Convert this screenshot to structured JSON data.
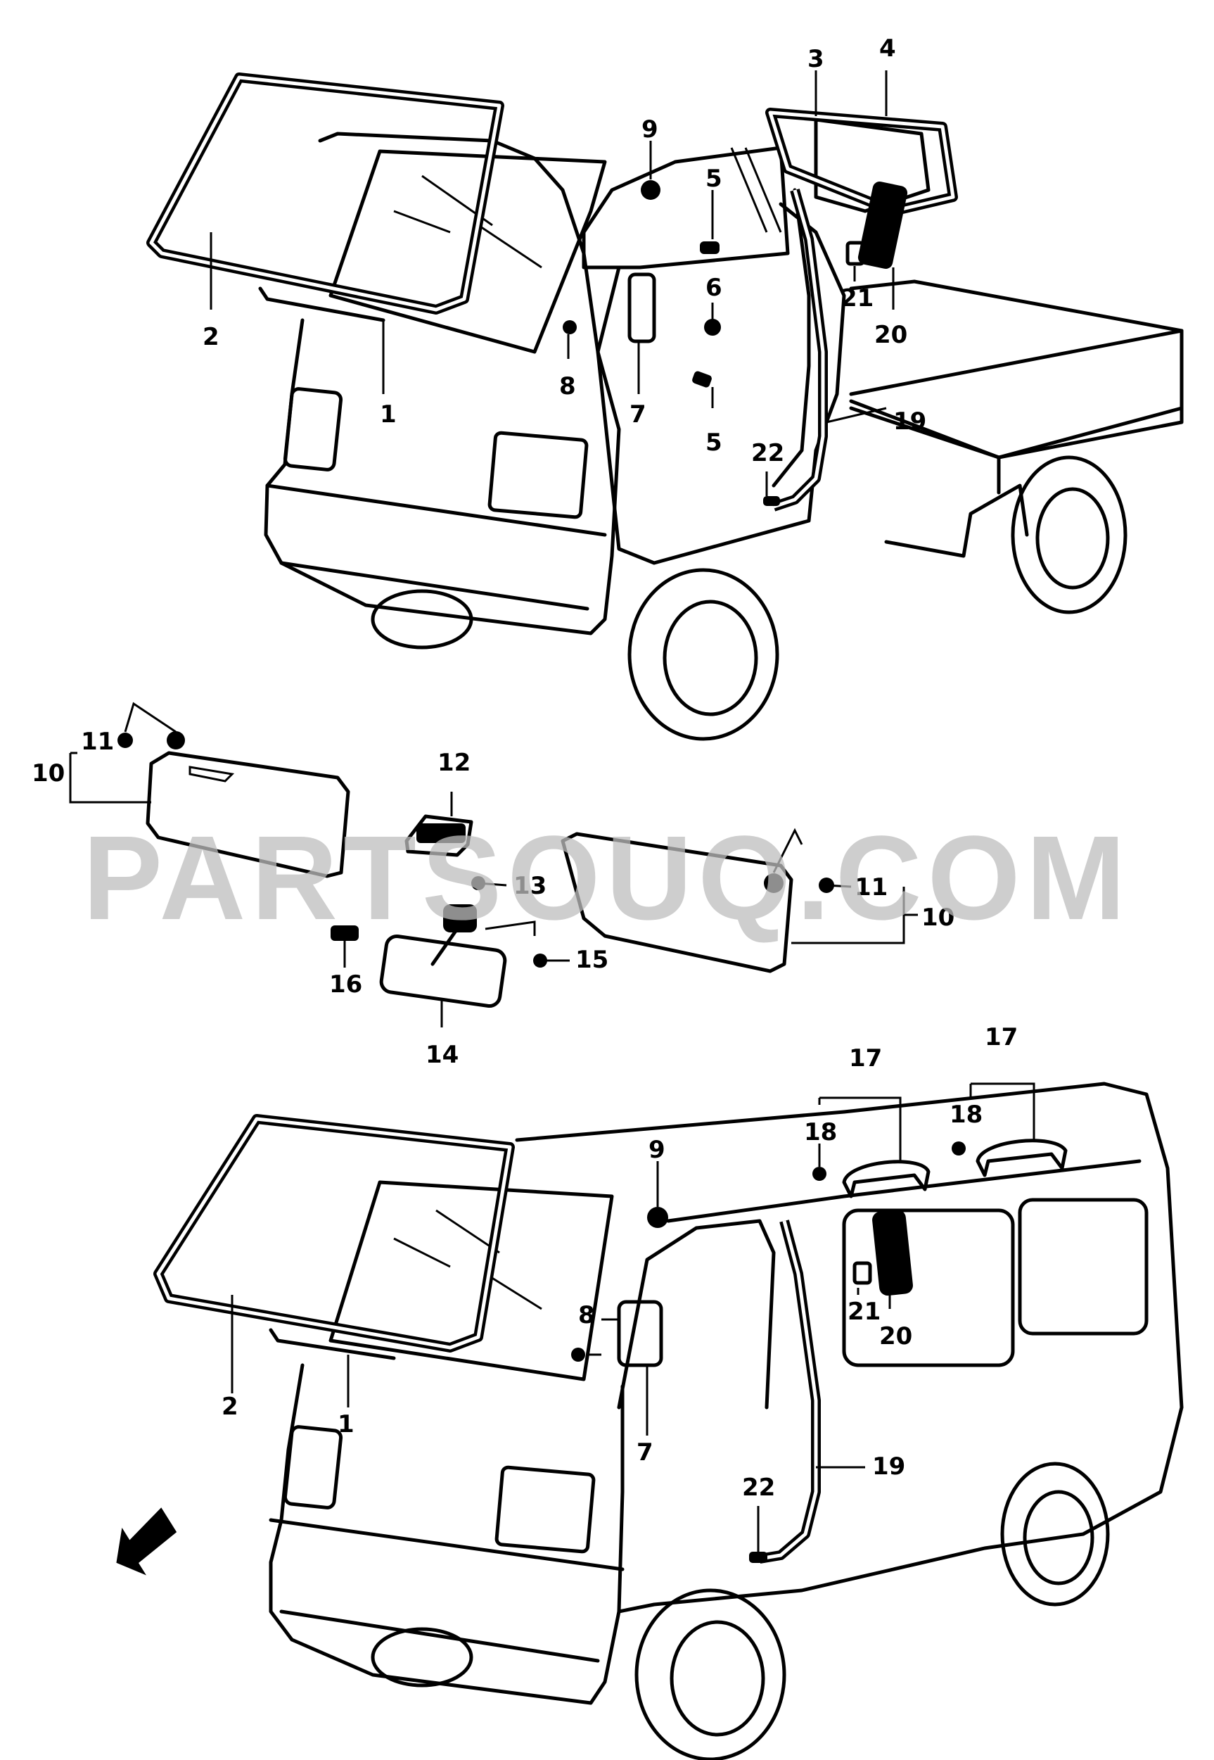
{
  "watermark": "PARTSOUQ.COM",
  "callouts": {
    "truck": [
      "1",
      "2",
      "3",
      "4",
      "5",
      "5",
      "6",
      "7",
      "8",
      "9",
      "19",
      "20",
      "21",
      "22"
    ],
    "accessories": [
      "10",
      "11",
      "12",
      "13",
      "14",
      "15",
      "16",
      "11",
      "10"
    ],
    "van": [
      "1",
      "2",
      "7",
      "8",
      "9",
      "17",
      "17",
      "18",
      "18",
      "19",
      "20",
      "21",
      "22"
    ]
  },
  "colors": {
    "line": "#000000",
    "watermark": "#bebebe",
    "background": "#ffffff"
  },
  "icons": [
    "front-arrow-icon"
  ]
}
